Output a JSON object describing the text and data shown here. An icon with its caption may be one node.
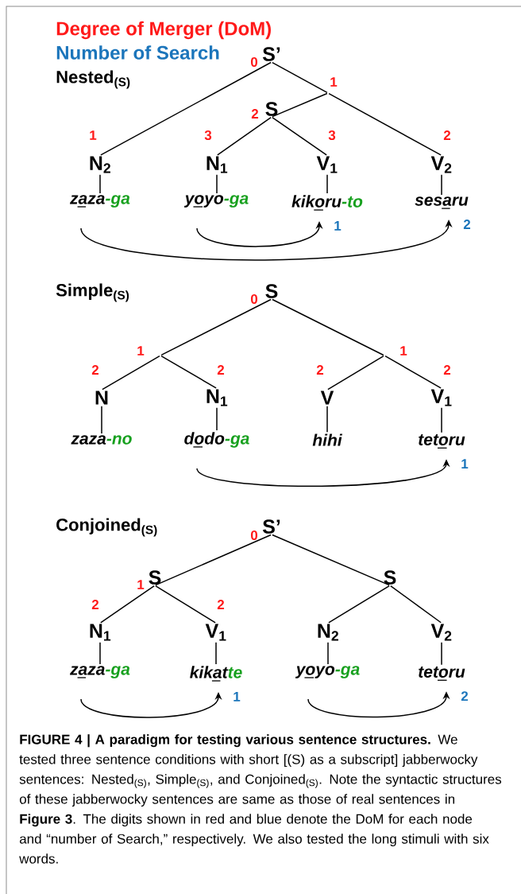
{
  "diagram": {
    "caption": "**FIGURE 4 | A paradigm for testing various sentence structures.** We tested three sentence conditions with short [(S) as a subscript] jabberwocky sentences: Nested$_{(S)}$, Simple$_{(S)}$, and Conjoined$_{(S)}$. Note the syntactic structures of these jabberwocky sentences are same as those of real sentences in **Figure 3**. The digits shown in red and blue denote the DoM for each node and “number of Search,” respectively. We also tested the long stimuli with six words.",
    "nodes": [
      {
        "text": [
          "S’"
        ],
        "beside": [
          "0"
        ]
      },
      {
        "text": [],
        "shape": "point",
        "beside": [
          "1"
        ]
      },
      {
        "text": [
          "S"
        ],
        "beside": [
          "2"
        ]
      },
      {
        "text": [
          "N$_{2}$"
        ],
        "beside": [
          "1"
        ]
      },
      {
        "text": [
          "N$_{1}$"
        ],
        "beside": [
          "3"
        ]
      },
      {
        "text": [
          "V$_{1}$"
        ],
        "beside": [
          "3"
        ]
      },
      {
        "text": [
          "V$_{2}$"
        ],
        "beside": [
          "2"
        ]
      },
      {
        "text": [
          "zaza",
          "-ga"
        ]
      },
      {
        "text": [
          "yoyo",
          "-ga"
        ]
      },
      {
        "text": [
          "kikoru",
          "-to"
        ]
      },
      {
        "text": [
          "sesaru"
        ]
      },
      {
        "text": [
          "S"
        ],
        "beside": [
          "0"
        ]
      },
      {
        "text": [],
        "shape": "point",
        "beside": [
          "1"
        ]
      },
      {
        "text": [],
        "shape": "point",
        "beside": [
          "1"
        ]
      },
      {
        "text": [
          "N"
        ],
        "beside": [
          "2"
        ]
      },
      {
        "text": [
          "N$_{1}$"
        ],
        "beside": [
          "2"
        ]
      },
      {
        "text": [
          "V"
        ],
        "beside": [
          "2"
        ]
      },
      {
        "text": [
          "V$_{1}$"
        ],
        "beside": [
          "2"
        ]
      },
      {
        "text": [
          "zaza",
          "-no"
        ]
      },
      {
        "text": [
          "dodo",
          "-ga"
        ]
      },
      {
        "text": [
          "hihi"
        ]
      },
      {
        "text": [
          "tetoru"
        ]
      },
      {
        "text": [
          "S’"
        ],
        "beside": [
          "0"
        ]
      },
      {
        "text": [
          "S"
        ],
        "beside": [
          "1"
        ]
      },
      {
        "text": [
          "S"
        ]
      },
      {
        "text": [
          "N$_{1}$"
        ],
        "beside": [
          "2"
        ]
      },
      {
        "text": [
          "V$_{1}$"
        ],
        "beside": [
          "2"
        ]
      },
      {
        "text": [
          "N$_{2}$"
        ]
      },
      {
        "text": [
          "V$_{2}$"
        ]
      },
      {
        "text": [
          "zaza",
          "-ga"
        ]
      },
      {
        "text": [
          "kikat",
          "te"
        ]
      },
      {
        "text": [
          "yoyo",
          "-ga"
        ]
      },
      {
        "text": [
          "tetoru"
        ]
      }
    ],
    "edges": [
      {
        "from": 0,
        "to": 3,
        "arrow": "none"
      },
      {
        "from": 0,
        "to": 1,
        "arrow": "none"
      },
      {
        "from": 1,
        "to": 6,
        "arrow": "none"
      },
      {
        "from": 1,
        "to": 2,
        "arrow": "none"
      },
      {
        "from": 2,
        "to": 4,
        "arrow": "none"
      },
      {
        "from": 2,
        "to": 5,
        "arrow": "none"
      },
      {
        "from": 3,
        "to": 7,
        "arrow": "none"
      },
      {
        "from": 4,
        "to": 8,
        "arrow": "none"
      },
      {
        "from": 5,
        "to": 9,
        "arrow": "none"
      },
      {
        "from": 6,
        "to": 10,
        "arrow": "none"
      },
      {
        "from": 7,
        "to": 10,
        "arrow": "to",
        "label": "2"
      },
      {
        "from": 8,
        "to": 9,
        "arrow": "to",
        "label": "1"
      },
      {
        "from": 11,
        "to": 12,
        "arrow": "none"
      },
      {
        "from": 11,
        "to": 13,
        "arrow": "none"
      },
      {
        "from": 12,
        "to": 14,
        "arrow": "none"
      },
      {
        "from": 12,
        "to": 15,
        "arrow": "none"
      },
      {
        "from": 13,
        "to": 16,
        "arrow": "none"
      },
      {
        "from": 13,
        "to": 17,
        "arrow": "none"
      },
      {
        "from": 14,
        "to": 18,
        "arrow": "none"
      },
      {
        "from": 15,
        "to": 19,
        "arrow": "none"
      },
      {
        "from": 16,
        "to": 20,
        "arrow": "none"
      },
      {
        "from": 17,
        "to": 21,
        "arrow": "none"
      },
      {
        "from": 19,
        "to": 21,
        "arrow": "to",
        "label": "1"
      },
      {
        "from": 22,
        "to": 23,
        "arrow": "none"
      },
      {
        "from": 22,
        "to": 24,
        "arrow": "none"
      },
      {
        "from": 23,
        "to": 25,
        "arrow": "none"
      },
      {
        "from": 23,
        "to": 26,
        "arrow": "none"
      },
      {
        "from": 24,
        "to": 27,
        "arrow": "none"
      },
      {
        "from": 24,
        "to": 28,
        "arrow": "none"
      },
      {
        "from": 25,
        "to": 29,
        "arrow": "none"
      },
      {
        "from": 26,
        "to": 30,
        "arrow": "none"
      },
      {
        "from": 27,
        "to": 31,
        "arrow": "none"
      },
      {
        "from": 28,
        "to": 32,
        "arrow": "none"
      },
      {
        "from": 29,
        "to": 30,
        "arrow": "to",
        "label": "1"
      },
      {
        "from": 31,
        "to": 32,
        "arrow": "to",
        "label": "2"
      }
    ],
    "labels": [
      "Degree of Merger (DoM)",
      "Number of Search",
      "Nested$_{(S)}$",
      "Simple$_{(S)}$",
      "Conjoined$_{(S)}$"
    ]
  }
}
